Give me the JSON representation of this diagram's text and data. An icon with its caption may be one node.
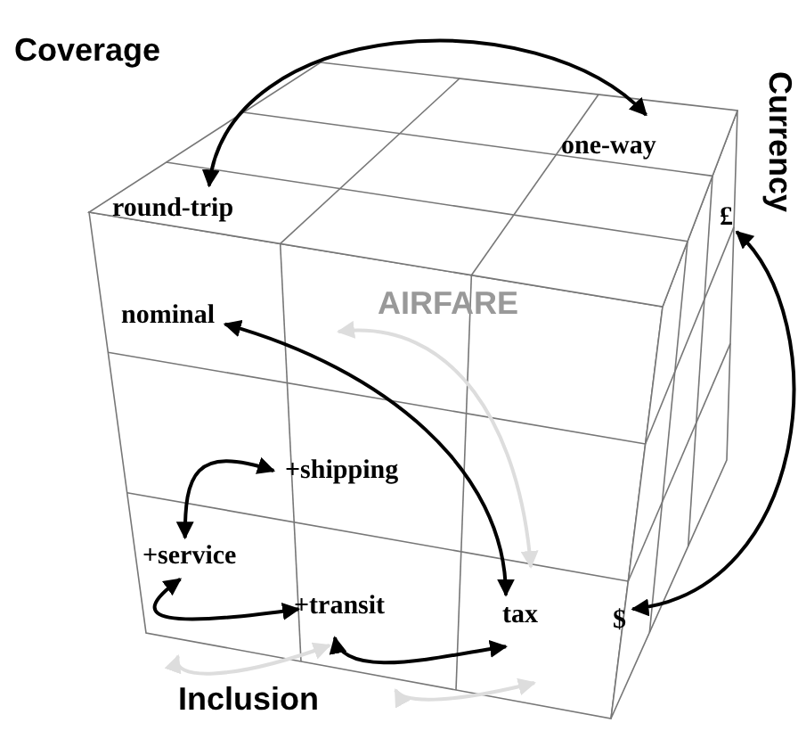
{
  "diagram": {
    "nodes": [
      {
        "text": [
          "round-trip"
        ]
      },
      {
        "text": [
          "one-way"
        ]
      },
      {
        "text": [
          "£"
        ]
      },
      {
        "text": [
          "nominal"
        ]
      },
      {
        "text": [
          "+shipping"
        ]
      },
      {
        "text": [
          "+service"
        ]
      },
      {
        "text": [
          "+transit"
        ]
      },
      {
        "text": [
          "tax"
        ]
      },
      {
        "text": [
          "$"
        ]
      }
    ],
    "edges": [
      {
        "from": 0,
        "to": 1,
        "arrow": "both"
      },
      {
        "from": 2,
        "to": 8,
        "arrow": "both"
      },
      {
        "from": 3,
        "to": 7,
        "arrow": "both"
      },
      {
        "from": 4,
        "to": 5,
        "arrow": "both"
      },
      {
        "from": 5,
        "to": 6,
        "arrow": "both"
      },
      {
        "from": 6,
        "to": 7,
        "arrow": "both"
      }
    ],
    "labels": [
      "Coverage",
      "Currency",
      "AIRFARE",
      "Inclusion"
    ]
  }
}
